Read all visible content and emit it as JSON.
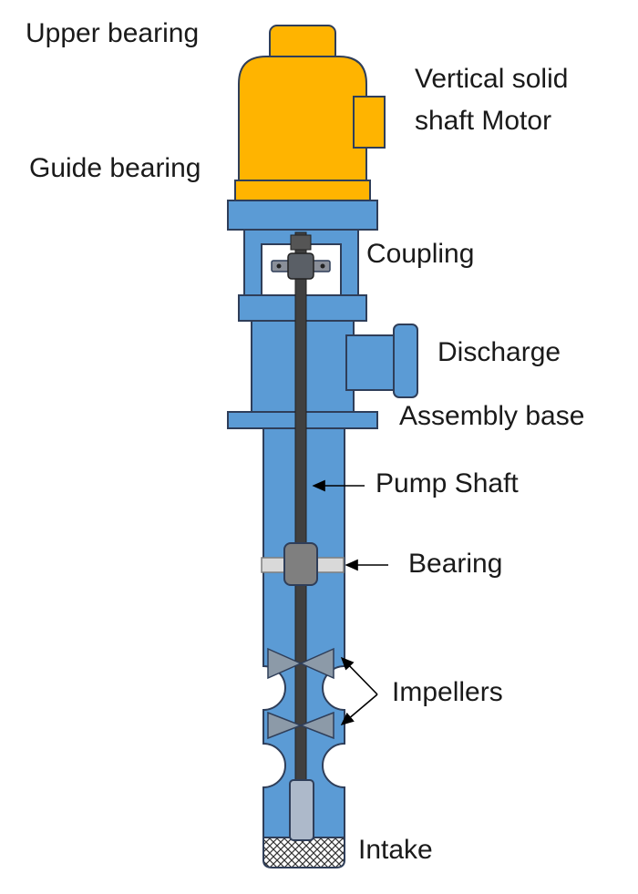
{
  "labels": {
    "upper_bearing": "Upper bearing",
    "motor_line1": "Vertical solid",
    "motor_line2": "shaft Motor",
    "guide_bearing": "Guide bearing",
    "coupling": "Coupling",
    "discharge": "Discharge",
    "assembly_base": "Assembly base",
    "pump_shaft": "Pump Shaft",
    "bearing": "Bearing",
    "impellers": "Impellers",
    "intake": "Intake"
  },
  "colors": {
    "motor": "#FFB400",
    "pump_body": "#5B9BD5",
    "outline": "#2F3E59",
    "shaft": "#404040",
    "bearing_block": "#7F7F7F",
    "bearing_bar": "#D9D9D9",
    "impeller": "#8C9AA8",
    "intake_tip": "#ADB9CA"
  }
}
